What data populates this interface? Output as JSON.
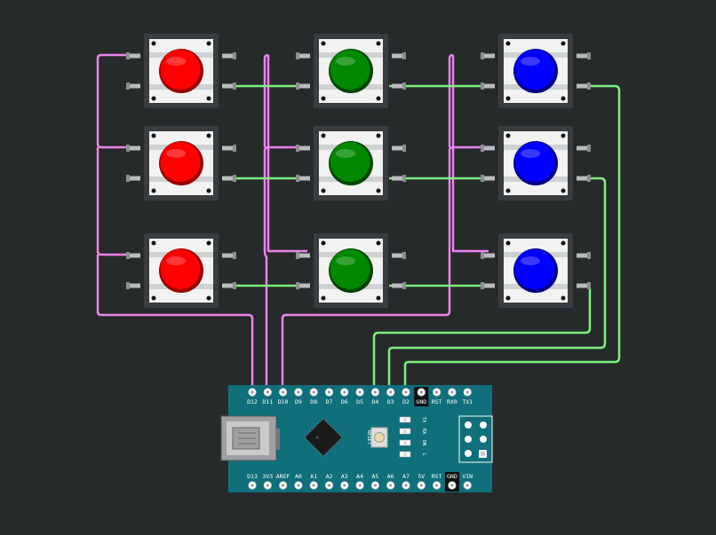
{
  "colors": {
    "background": "#272a2b",
    "wire_row": "#ee82ee",
    "wire_col": "#7cf07c",
    "board": "#0f6f7a",
    "btn_red": "#ff0000",
    "btn_green": "#008800",
    "btn_blue": "#0000ff"
  },
  "buttons": [
    {
      "name": "button-r1-c1",
      "color": "red"
    },
    {
      "name": "button-r1-c2",
      "color": "green"
    },
    {
      "name": "button-r1-c3",
      "color": "blue"
    },
    {
      "name": "button-r2-c1",
      "color": "red"
    },
    {
      "name": "button-r2-c2",
      "color": "green"
    },
    {
      "name": "button-r2-c3",
      "color": "blue"
    },
    {
      "name": "button-r3-c1",
      "color": "red"
    },
    {
      "name": "button-r3-c2",
      "color": "green"
    },
    {
      "name": "button-r3-c3",
      "color": "blue"
    }
  ],
  "board": {
    "top_pins": [
      "D12",
      "D11",
      "D10",
      "D9",
      "D8",
      "D7",
      "D6",
      "D5",
      "D4",
      "D3",
      "D2",
      "GND",
      "RST",
      "RX0",
      "TX1"
    ],
    "bottom_pins": [
      "D13",
      "3V3",
      "AREF",
      "A0",
      "A1",
      "A2",
      "A3",
      "A4",
      "A5",
      "A6",
      "A7",
      "5V",
      "RST",
      "GND",
      "VIN"
    ],
    "reset_label": "RESET",
    "led_labels": [
      "TX",
      "RX",
      "ON",
      "L"
    ]
  }
}
